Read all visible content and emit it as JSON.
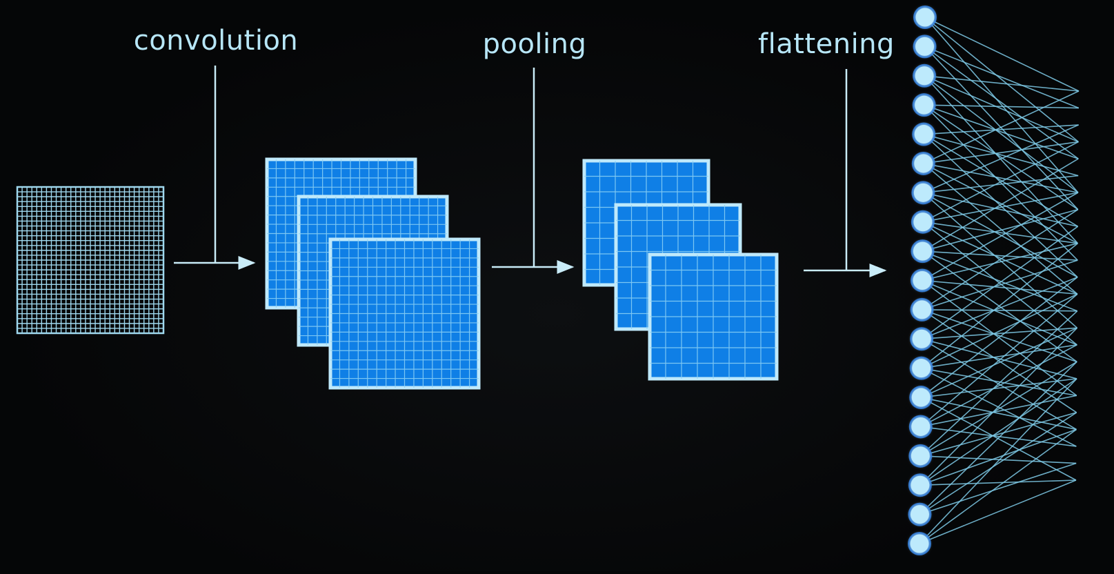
{
  "labels": {
    "convolution": "convolution",
    "pooling": "pooling",
    "flattening": "flattening"
  },
  "colors": {
    "background": "#050607",
    "text": "#b7e6f7",
    "line": "#c9ecf8",
    "map_fill": "#0f7fe6",
    "map_border": "#bfe9fb",
    "input_grid": "#9fd8ee",
    "node_fill": "#bdeafc",
    "node_glow": "#1e6fd8",
    "edge": "#7fcbe8"
  },
  "input_grid_cells": 30,
  "conv_grid_cells": 16,
  "pool_grid_cells": 8,
  "conv_feature_maps": 3,
  "pool_feature_maps": 3,
  "flattened_nodes": 19
}
